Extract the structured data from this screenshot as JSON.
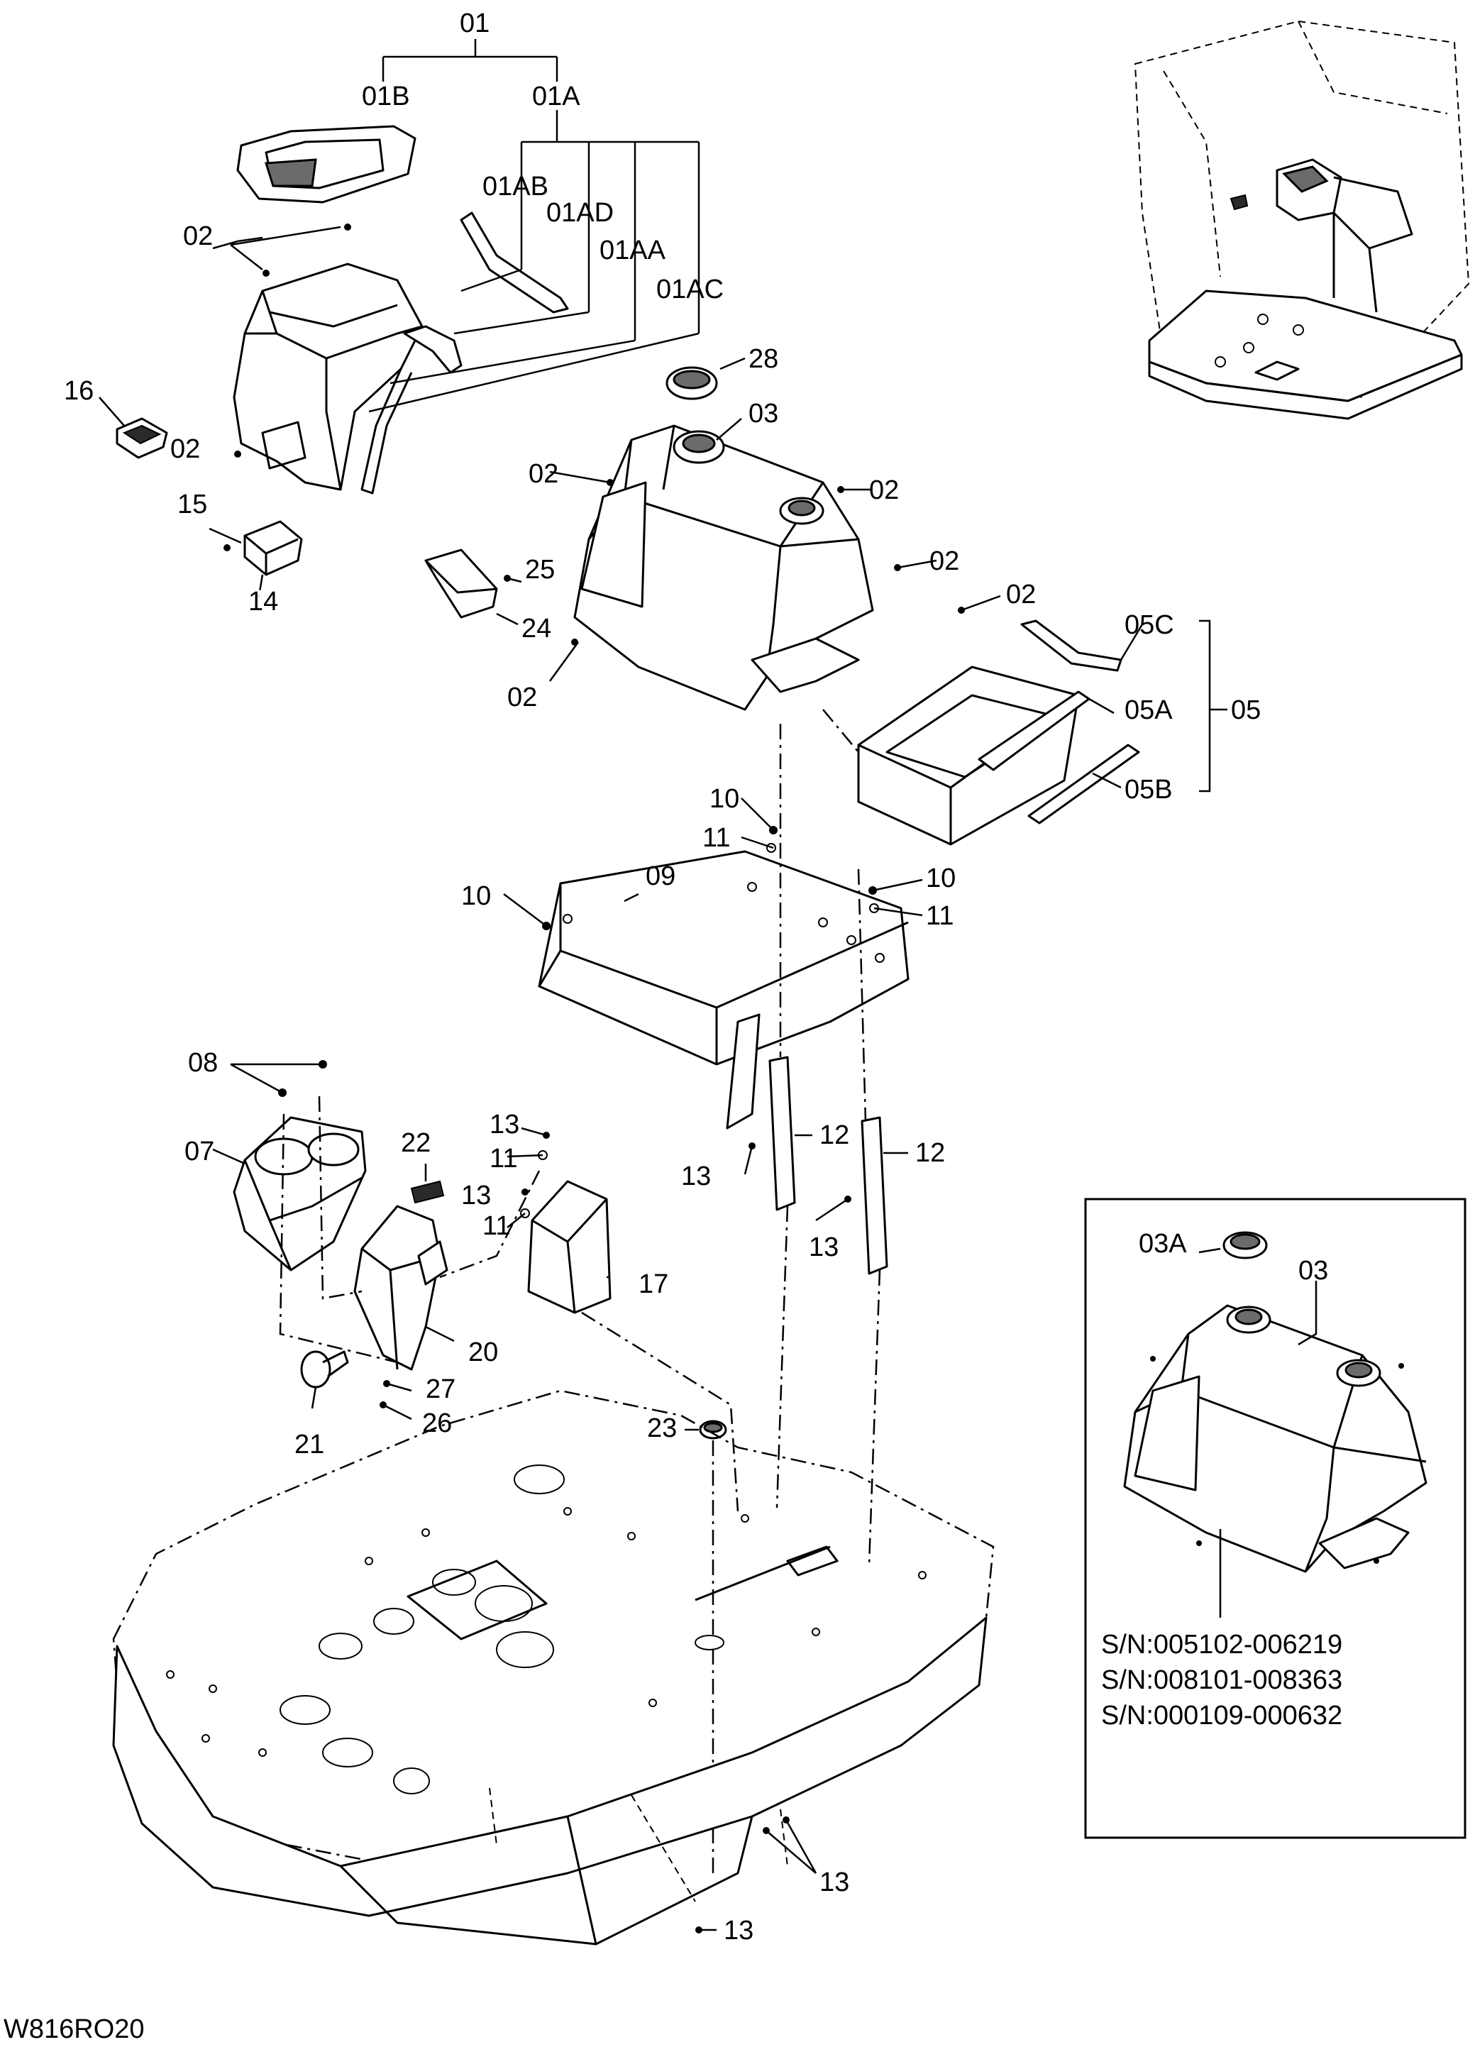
{
  "diagram_id": "W816RO20",
  "labels": {
    "l01": "01",
    "l01B": "01B",
    "l01A": "01A",
    "l01AB": "01AB",
    "l01AD": "01AD",
    "l01AA": "01AA",
    "l01AC": "01AC",
    "l02a": "02",
    "l02b": "02",
    "l02c": "02",
    "l02d": "02",
    "l02e": "02",
    "l02f": "02",
    "l02g": "02",
    "l03": "03",
    "l05": "05",
    "l05A": "05A",
    "l05B": "05B",
    "l05C": "05C",
    "l07": "07",
    "l08": "08",
    "l09": "09",
    "l10a": "10",
    "l10b": "10",
    "l10c": "10",
    "l11a": "11",
    "l11b": "11",
    "l11c": "11",
    "l11d": "11",
    "l12a": "12",
    "l12b": "12",
    "l13a": "13",
    "l13b": "13",
    "l13c": "13",
    "l13d": "13",
    "l13e": "13",
    "l13f": "13",
    "l14": "14",
    "l15": "15",
    "l16": "16",
    "l17": "17",
    "l20": "20",
    "l21": "21",
    "l22": "22",
    "l23": "23",
    "l24": "24",
    "l25": "25",
    "l26": "26",
    "l27": "27",
    "l28": "28"
  },
  "inset": {
    "label_03A": "03A",
    "label_03": "03",
    "serials": [
      "S/N:005102-006219",
      "S/N:008101-008363",
      "S/N:000109-000632"
    ]
  }
}
